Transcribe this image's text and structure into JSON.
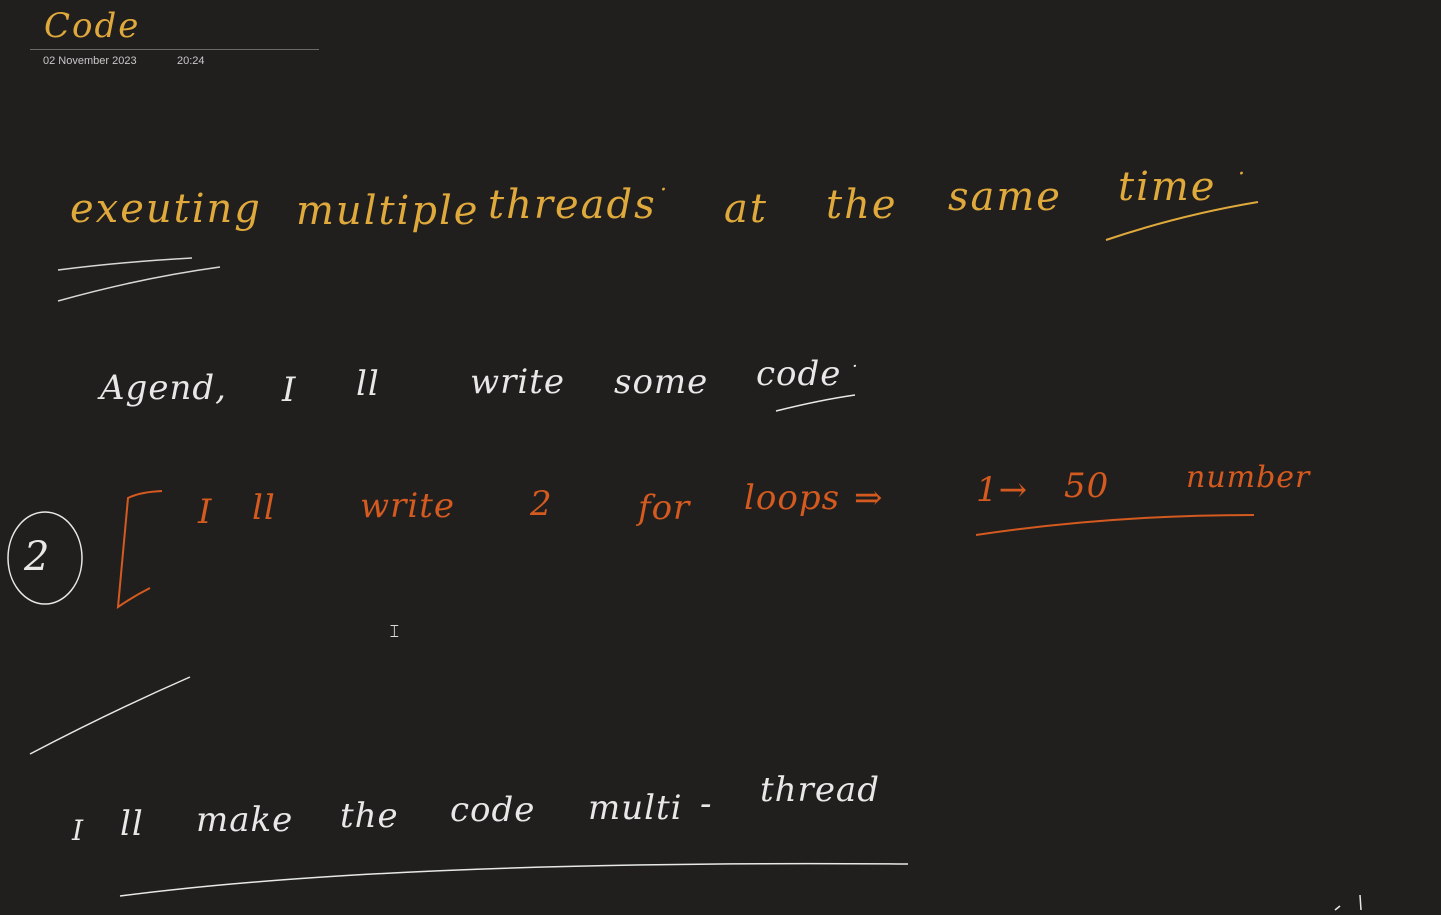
{
  "page": {
    "title": "Code",
    "date": "02 November 2023",
    "time": "20:24"
  },
  "ink": {
    "line1": [
      "exeuting",
      "multiple",
      "threads",
      "·",
      "at",
      "the",
      "same",
      "time",
      "·"
    ],
    "line2": [
      "Agend,",
      "I",
      "ll",
      "write",
      "some",
      "code",
      "·"
    ],
    "line3": [
      "I",
      "ll",
      "write",
      "2",
      "for",
      "loops",
      "⇒",
      "1→",
      "50",
      "number"
    ],
    "circled_number": "2",
    "line4": [
      "I",
      "ll",
      "make",
      "the",
      "code",
      "multi",
      "-",
      "thread"
    ]
  },
  "colors": {
    "background": "#201f1e",
    "ink_yellow": "#e0a93b",
    "ink_white": "#e8e8e8",
    "ink_orange": "#d45a1f"
  },
  "icons": {
    "cursor": "text-cursor-icon"
  }
}
